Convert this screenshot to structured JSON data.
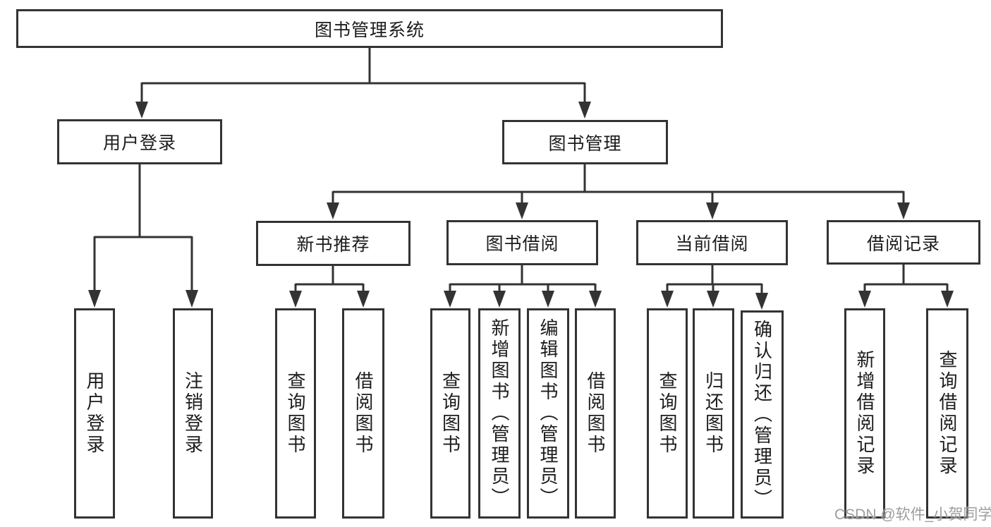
{
  "diagram": {
    "type": "hierarchy-tree",
    "tree": {
      "root": "图书管理系统",
      "branches": [
        {
          "label": "用户登录",
          "children": [
            "用户登录",
            "注销登录"
          ]
        },
        {
          "label": "图书管理",
          "children": [
            {
              "label": "新书推荐",
              "children": [
                "查询图书",
                "借阅图书"
              ]
            },
            {
              "label": "图书借阅",
              "children": [
                "查询图书",
                "新增图书（管理员）",
                "编辑图书（管理员）",
                "借阅图书"
              ]
            },
            {
              "label": "当前借阅",
              "children": [
                "查询图书",
                "归还图书",
                "确认归还（管理员）"
              ]
            },
            {
              "label": "借阅记录",
              "children": [
                "新增借阅记录",
                "查询借阅记录"
              ]
            }
          ]
        }
      ]
    },
    "colors": {
      "line": "#333333",
      "box_border": "#333333",
      "box_fill": "#ffffff",
      "text": "#1c1c1c",
      "background": "#ffffff",
      "watermark": "#8c8c8c"
    }
  },
  "watermark": "CSDN @软件_小贺同学"
}
